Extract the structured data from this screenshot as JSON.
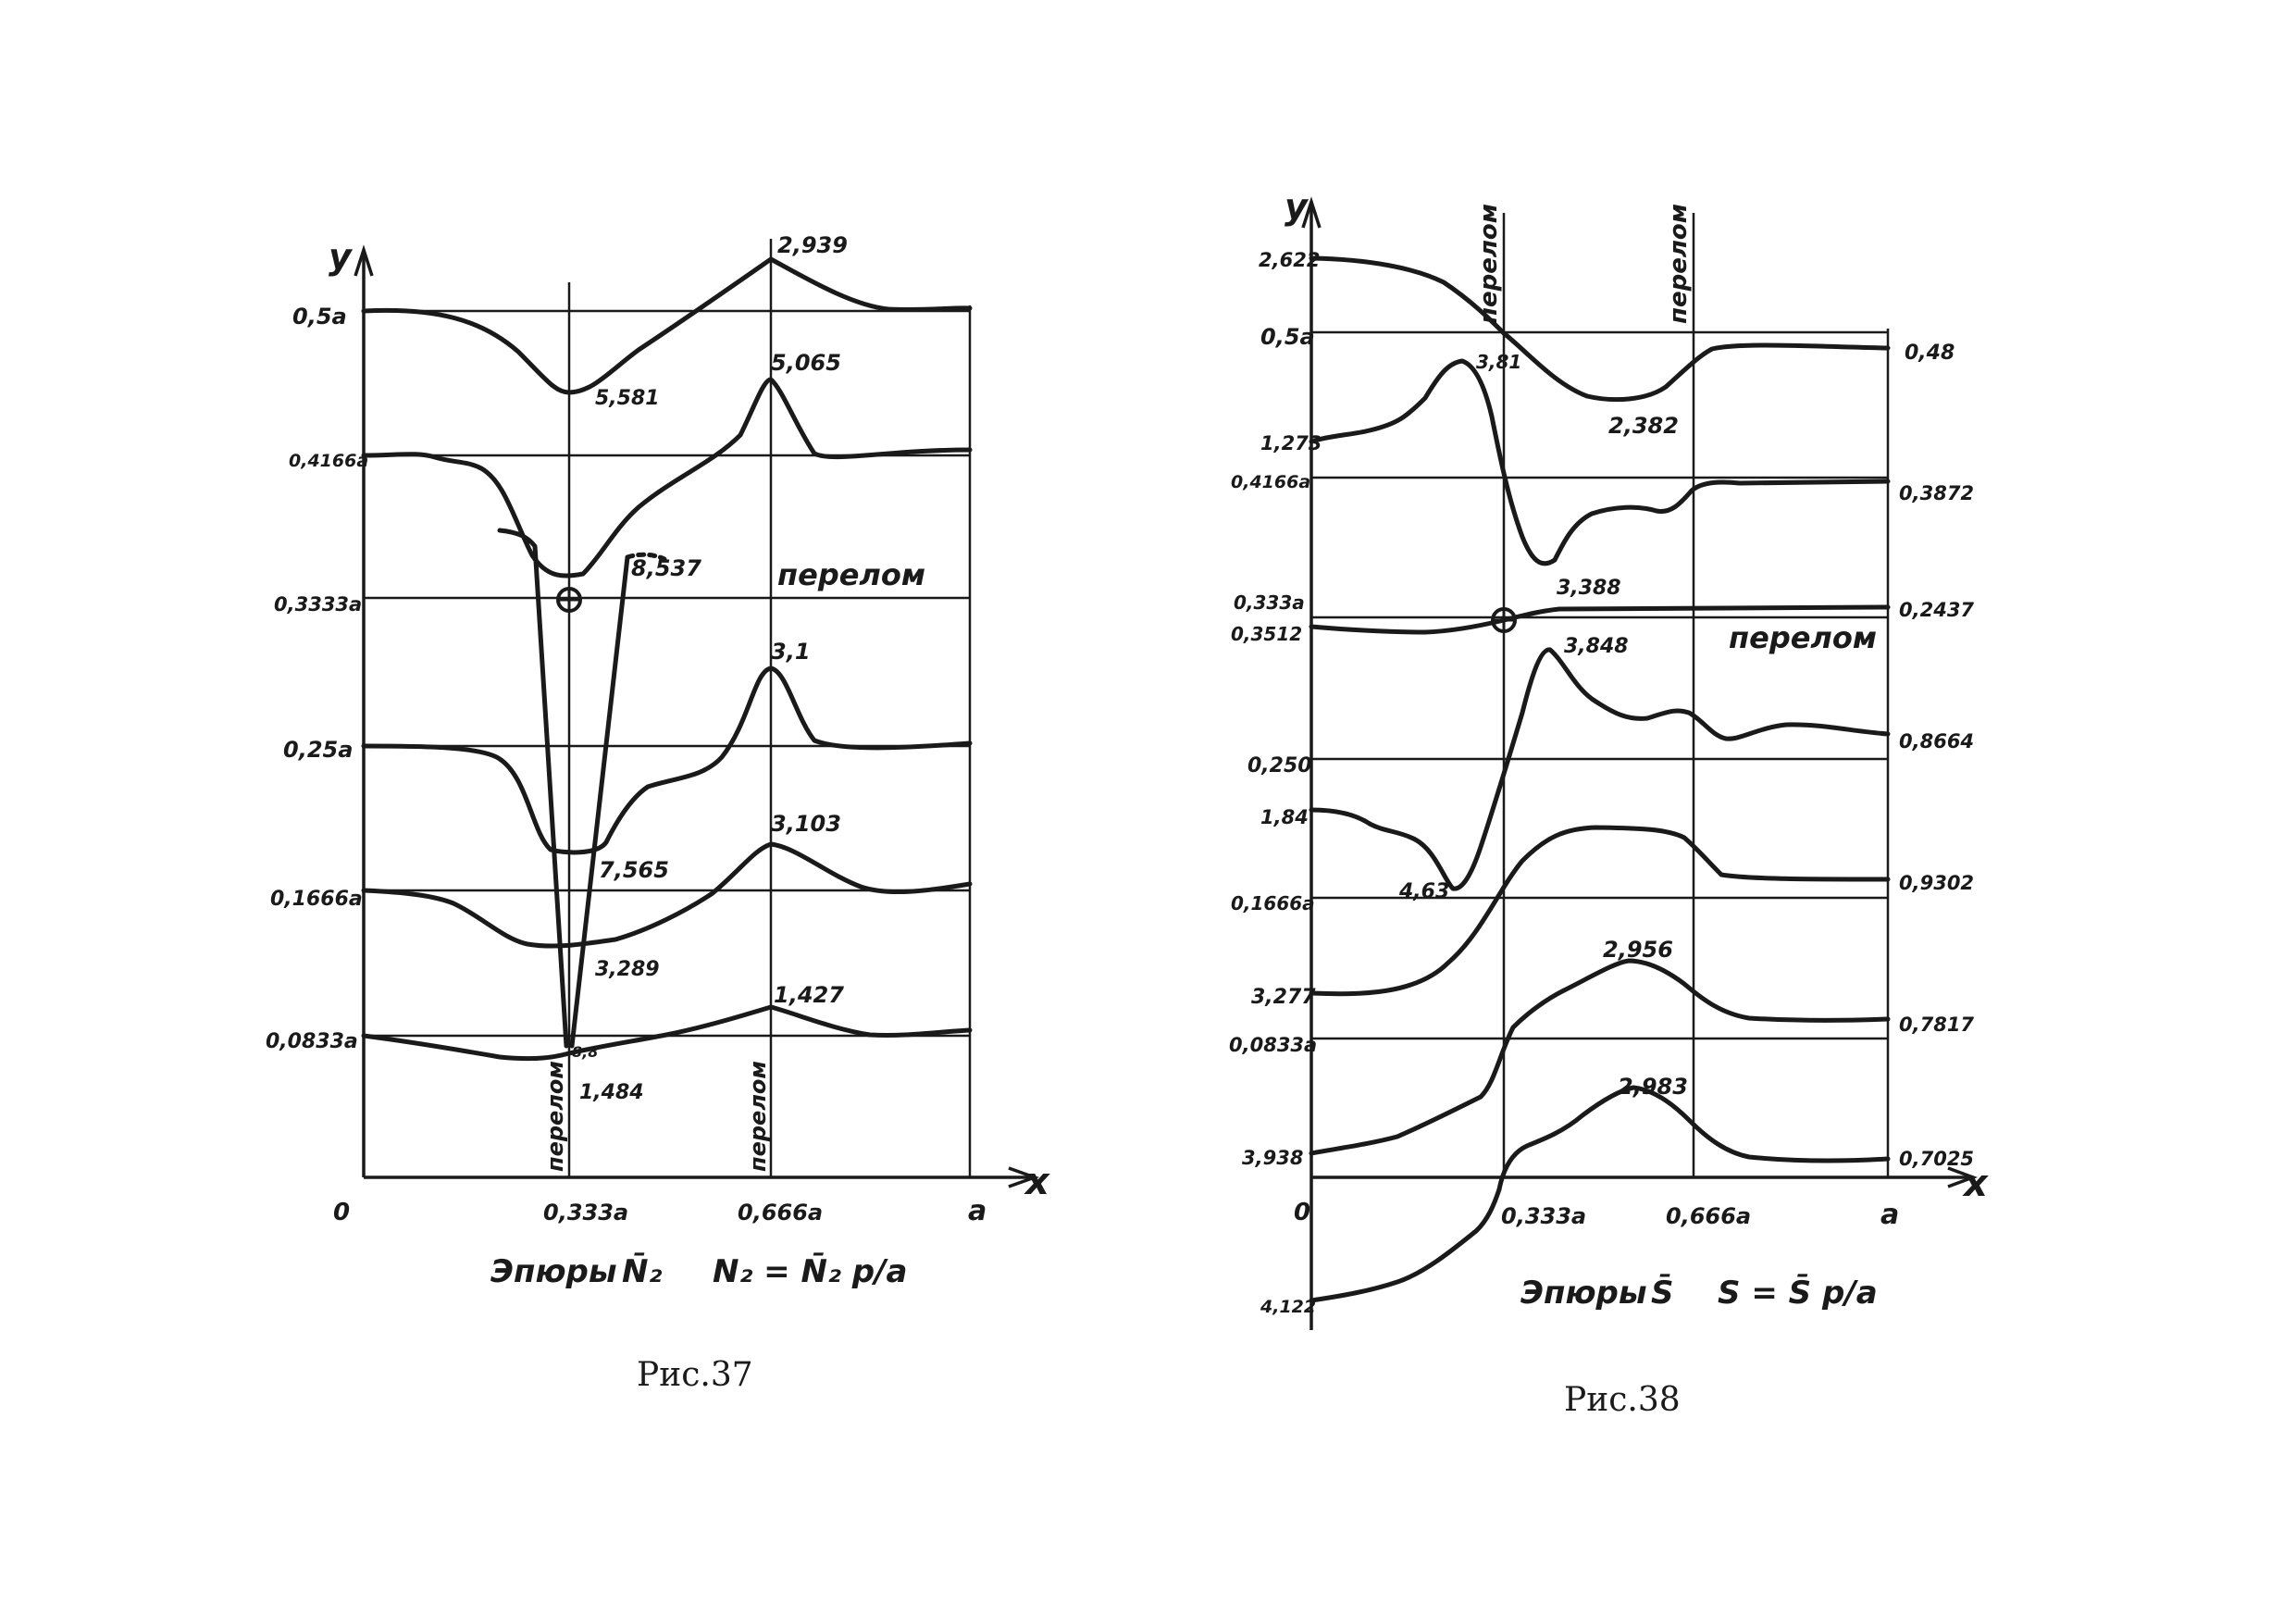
{
  "fig37": {
    "caption": "Рис.37",
    "title_text": "Эпюры",
    "title_symbol": "N̄₂",
    "formula": "N₂ = N̄₂ p/a",
    "y_axis_label": "y",
    "x_axis_label": "x",
    "y_ticks": [
      "0,5a",
      "0,4166a",
      "0,3333a",
      "0,25a",
      "0,1666a",
      "0,0833a",
      "0"
    ],
    "x_ticks": [
      "0,333a",
      "0,666a",
      "a"
    ],
    "vertical_labels": [
      "перелом",
      "перелом"
    ],
    "break_label": "перелом",
    "values": [
      "2,939",
      "5,581",
      "5,065",
      "8,537",
      "3,1",
      "7,565",
      "3,103",
      "3,289",
      "1,427",
      "1,484",
      "8,8"
    ]
  },
  "fig38": {
    "caption": "Рис.38",
    "title_text": "Эпюры",
    "title_symbol": "S̄",
    "formula": "S = S̄ p/a",
    "y_axis_label": "y",
    "x_axis_label": "x",
    "y_ticks": [
      "0,5a",
      "0,4166a",
      "0,333a",
      "0,250",
      "0,1666a",
      "0,0833a",
      "0"
    ],
    "x_ticks": [
      "0,333a",
      "0,666a",
      "a"
    ],
    "left_values": [
      "2,622",
      "1,273",
      "0,3512",
      "1,84",
      "3,277",
      "3,938",
      "4,122"
    ],
    "right_values": [
      "0,48",
      "0,3872",
      "0,2437",
      "0,8664",
      "0,9302",
      "0,7817",
      "0,7025"
    ],
    "vertical_labels": [
      "перелом",
      "перелом"
    ],
    "break_label": "перелом",
    "values": [
      "3,81",
      "2,382",
      "3,388",
      "3,848",
      "4,63",
      "2,956",
      "2,983"
    ]
  }
}
